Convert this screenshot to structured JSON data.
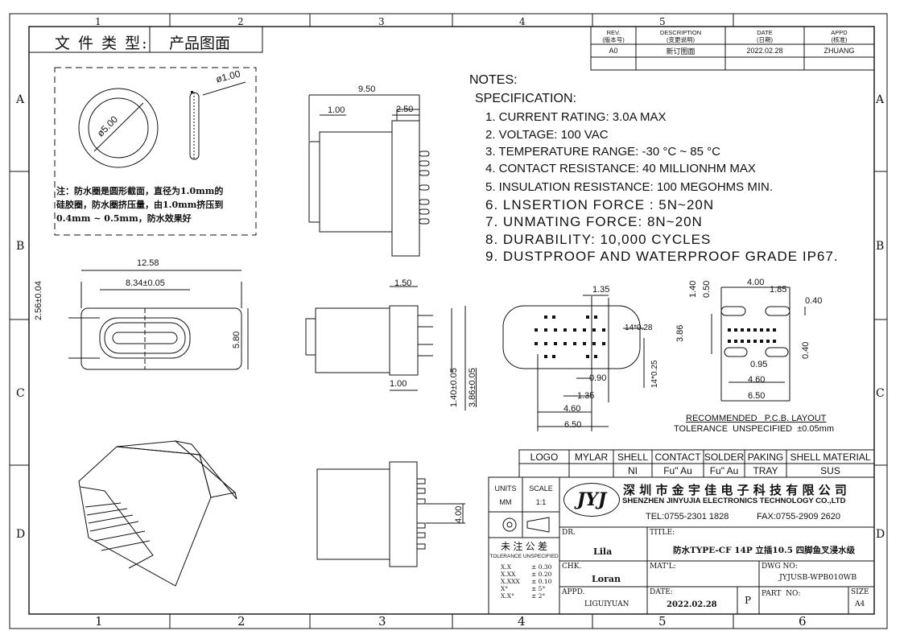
{
  "header": {
    "file_type": "文 件 类 型:",
    "file_type_value": "产品图面"
  },
  "zone_numbers": [
    "1",
    "2",
    "3",
    "4",
    "5",
    "6"
  ],
  "zone_letters": [
    "A",
    "B",
    "C",
    "D"
  ],
  "revision": {
    "headers": [
      {
        "en": "REV.",
        "cn": "(版本号)"
      },
      {
        "en": "DESCRIPTION",
        "cn": "(变更说明)"
      },
      {
        "en": "DATE",
        "cn": "(日期)"
      },
      {
        "en": "APPD",
        "cn": "(核准)"
      }
    ],
    "rows": [
      [
        "A0",
        "新订图面",
        "2022.02.28",
        "ZHUANG"
      ]
    ]
  },
  "seal": {
    "outer_dia": "ø5.00",
    "cord_dia": "ø1.00",
    "note_lines": [
      "注：防水圈是圆形截面，直径为1.0mm的",
      "硅胶圈，防水圈挤压量，由1.0mm挤压到",
      "0.4mm ~ 0.5mm，防水效果好"
    ]
  },
  "notes": {
    "title": "NOTES:",
    "subtitle": "SPECIFICATION:",
    "items": [
      "1. CURRENT RATING: 3.0A MAX",
      "2. VOLTAGE: 100 VAC",
      "3. TEMPERATURE RANGE: -30 °C ~ 85 °C",
      "4. CONTACT RESISTANCE: 40 MILLIONHM MAX",
      "5. INSULATION RESISTANCE: 100 MEGOHMS MIN.",
      "6. LNSERTION FORCE : 5N~20N",
      "7. UNMATING FORCE: 8N~20N",
      "8. DURABILITY:   10,000 CYCLES",
      "9. DUSTPROOF AND WATERPROOF GRADE IP67."
    ]
  },
  "dims": {
    "top_950": "9.50",
    "top_100": "1.00",
    "top_250": "2.50",
    "front_1258": "12.58",
    "front_834": "8.34±0.05",
    "front_256": "2.56±0.04",
    "front_580": "5.80",
    "side_150": "1.50",
    "side_100": "1.00",
    "side_140": "1.40±0.05",
    "side_386": "3.86±0.05",
    "btm_135": "1.35",
    "btm_14x028": "14*0.28",
    "btm_14x025": "14*0.25",
    "btm_090": "0.90",
    "btm_135b": "1.35",
    "btm_460": "4.60",
    "btm_650": "6.50",
    "pcb_400": "4.00",
    "pcb_185": "1.85",
    "pcb_040a": "0.40",
    "pcb_140": "1.40",
    "pcb_050": "0.50",
    "pcb_386": "3.86",
    "pcb_040b": "0.40",
    "pcb_095": "0.95",
    "pcb_460": "4.60",
    "pcb_650": "6.50",
    "iso_400": "4.00"
  },
  "pcb_caption": {
    "line1": "RECOMMENDED   P.C.B. LAYOUT",
    "line2": "TOLERANCE  UNSPECIFIED  ±0.05mm"
  },
  "materials": {
    "headers": [
      "LOGO",
      "MYLAR",
      "SHELL",
      "CONTACT",
      "SOLDER",
      "PAKING",
      "SHELL MATERIAL"
    ],
    "values": [
      "",
      "",
      "NI",
      "Fu\" Au",
      "Fu\" Au",
      "TRAY",
      "SUS"
    ]
  },
  "title_block": {
    "units_label": "UNITS",
    "units_value": "MM",
    "scale_label": "SCALE",
    "scale_value": "1:1",
    "logo_text": "JYJ",
    "company_cn": "深 圳 市 金 宇 佳 电 子 科 技 有 限 公 司",
    "company_en": "SHENZHEN  JINYUJIA ELECTRONICS TECHNOLOGY CO.,LTD",
    "tel": "TEL:0755-2301 1828",
    "fax": "FAX:0755-2909 2620",
    "tol_title": "未 注 公 差",
    "tol_sub": "TOLERANCE UNSPECIFIED",
    "tol_rows": [
      [
        "X.X",
        "± 0.30"
      ],
      [
        "X.XX",
        "± 0.20"
      ],
      [
        "X.XXX",
        "± 0.10"
      ],
      [
        "X°",
        "± 5°"
      ],
      [
        "X.X°",
        "± 2°"
      ]
    ],
    "dr_label": "DR.",
    "dr_value": "Lila",
    "chk_label": "CHK.",
    "chk_value": "Loran",
    "appd_label": "APPD.",
    "appd_value": "LIGUIYUAN",
    "title_label": "TITLE:",
    "title_value": "防水TYPE-CF 14P 立插10.5 四脚鱼叉浸水级",
    "mat_label": "MAT'L:",
    "dwg_label": "DWG NO:",
    "dwg_value": "JYJUSB-WPB010WB",
    "date_label": "DATE:",
    "date_value": "2022.02.28",
    "p_label": "P",
    "part_label": "PART  NO:",
    "size_label": "SIZE",
    "size_value": "A4"
  }
}
